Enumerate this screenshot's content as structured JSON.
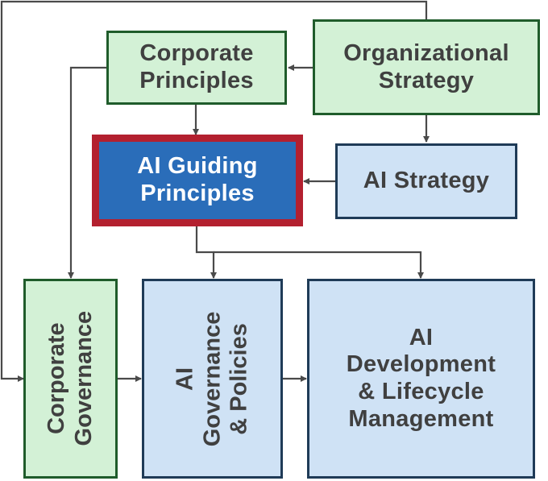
{
  "nodes": {
    "corporate_principles": "Corporate\nPrinciples",
    "organizational_strategy": "Organizational\nStrategy",
    "ai_guiding_principles": "AI Guiding\nPrinciples",
    "ai_strategy": "AI Strategy",
    "corporate_governance": "Corporate\nGovernance",
    "ai_governance_policies": "AI\nGovernance\n& Policies",
    "ai_development_lifecycle": "AI\nDevelopment\n& Lifecycle\nManagement"
  },
  "colors": {
    "green_fill": "#d3f1d6",
    "green_border": "#1f5c2b",
    "blue_fill": "#cfe2f5",
    "blue_border": "#1f3b57",
    "highlight_fill": "#2a6db9",
    "highlight_border": "#b3202f",
    "arrow": "#4a4a4a"
  }
}
